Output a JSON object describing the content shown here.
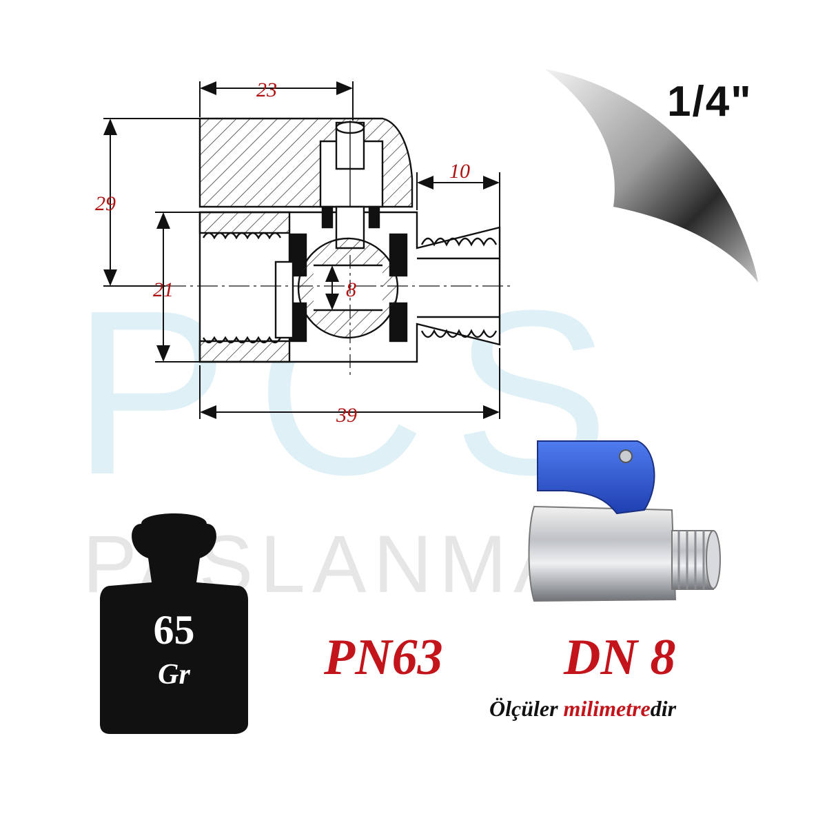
{
  "watermark": {
    "brand_letters": "PCS",
    "brand_word": "PASLANMAZ"
  },
  "size": "1/4\"",
  "dimensions": {
    "top_width": "23",
    "height_total": "29",
    "thread_length": "10",
    "inner_height": "21",
    "bore": "8",
    "total_length": "39"
  },
  "weight": {
    "value": "65",
    "unit": "Gr"
  },
  "pressure": "PN63",
  "nominal_diameter": "DN 8",
  "note": {
    "prefix": "Ölçüler ",
    "highlight": "milimetre",
    "suffix": "dir"
  },
  "colors": {
    "dimension_text": "#b01010",
    "accent_red": "#c2141a",
    "handle_blue": "#2a50c8",
    "watermark_blue": "#dff0f7"
  }
}
